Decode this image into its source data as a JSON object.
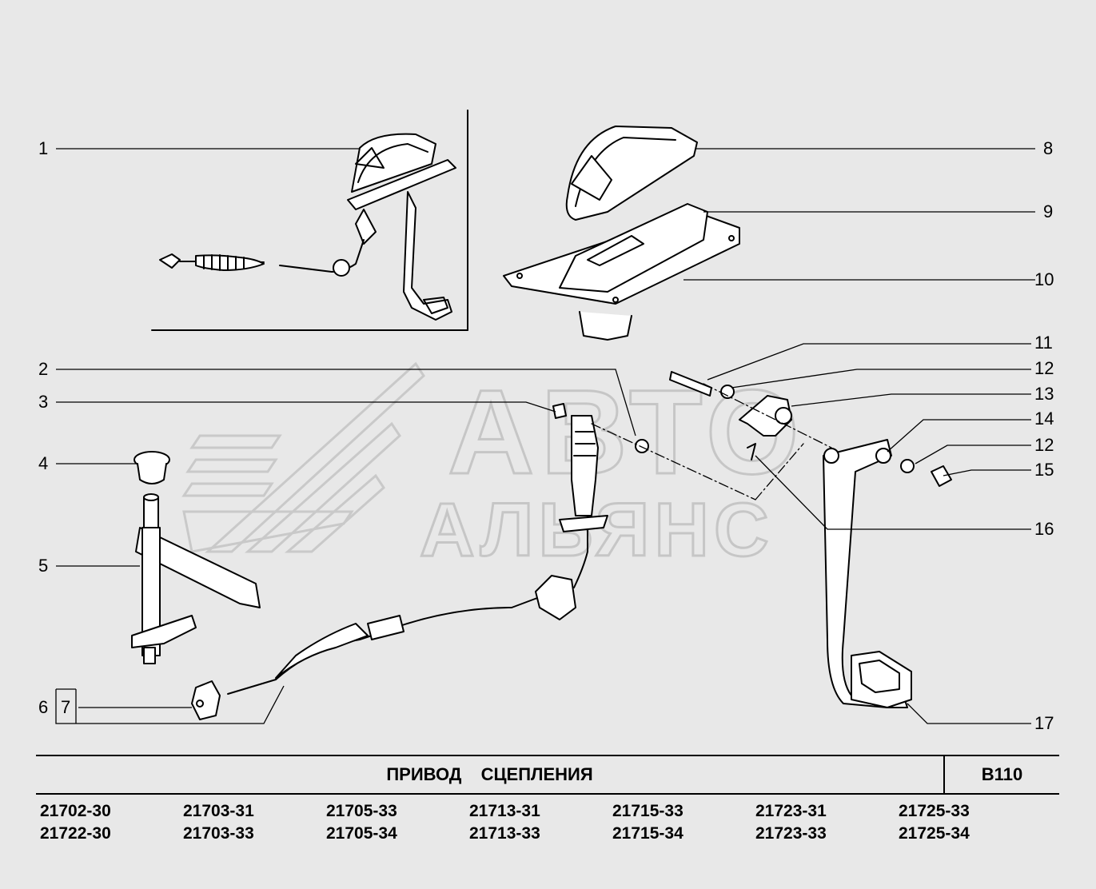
{
  "title": "ПРИВОД   СЦЕПЛЕНИЯ",
  "code": "B110",
  "watermark": {
    "line1": "АВТО",
    "line2": "АЛЬЯНС"
  },
  "callouts": [
    {
      "id": "1",
      "text": "1"
    },
    {
      "id": "2",
      "text": "2"
    },
    {
      "id": "3",
      "text": "3"
    },
    {
      "id": "4",
      "text": "4"
    },
    {
      "id": "5",
      "text": "5"
    },
    {
      "id": "6",
      "text": "6"
    },
    {
      "id": "7",
      "text": "7"
    },
    {
      "id": "8",
      "text": "8"
    },
    {
      "id": "9",
      "text": "9"
    },
    {
      "id": "10",
      "text": "10"
    },
    {
      "id": "11",
      "text": "11"
    },
    {
      "id": "12a",
      "text": "12"
    },
    {
      "id": "13",
      "text": "13"
    },
    {
      "id": "14",
      "text": "14"
    },
    {
      "id": "12b",
      "text": "12"
    },
    {
      "id": "15",
      "text": "15"
    },
    {
      "id": "16",
      "text": "16"
    },
    {
      "id": "17",
      "text": "17"
    }
  ],
  "models": [
    [
      "21702-30",
      "21722-30"
    ],
    [
      "21703-31",
      "21703-33"
    ],
    [
      "21705-33",
      "21705-34"
    ],
    [
      "21713-31",
      "21713-33"
    ],
    [
      "21715-33",
      "21715-34"
    ],
    [
      "21723-31",
      "21723-33"
    ],
    [
      "21725-33",
      "21725-34"
    ]
  ],
  "colors": {
    "background": "#e8e8e8",
    "ink": "#000000",
    "watermark": "#c8c8c8"
  }
}
